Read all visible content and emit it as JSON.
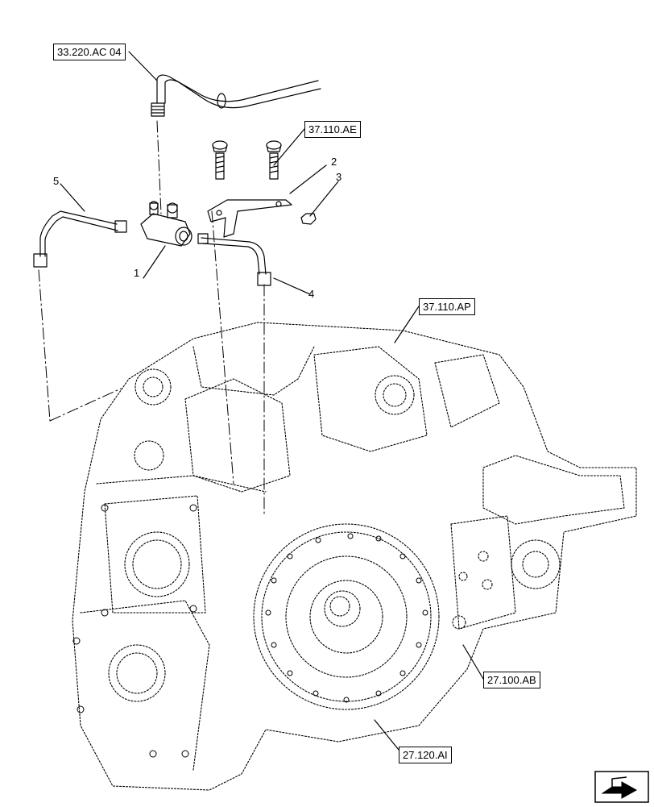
{
  "references": {
    "ref_33_220": "33.220.AC 04",
    "ref_37_110_ae": "37.110.AE",
    "ref_37_110_ap": "37.110.AP",
    "ref_27_100_ab": "27.100.AB",
    "ref_27_120_ai": "27.120.AI"
  },
  "callouts": {
    "c1": "1",
    "c2": "2",
    "c3": "3",
    "c4": "4",
    "c5": "5"
  },
  "icons": {
    "nav": "next-page-arrow-icon"
  }
}
